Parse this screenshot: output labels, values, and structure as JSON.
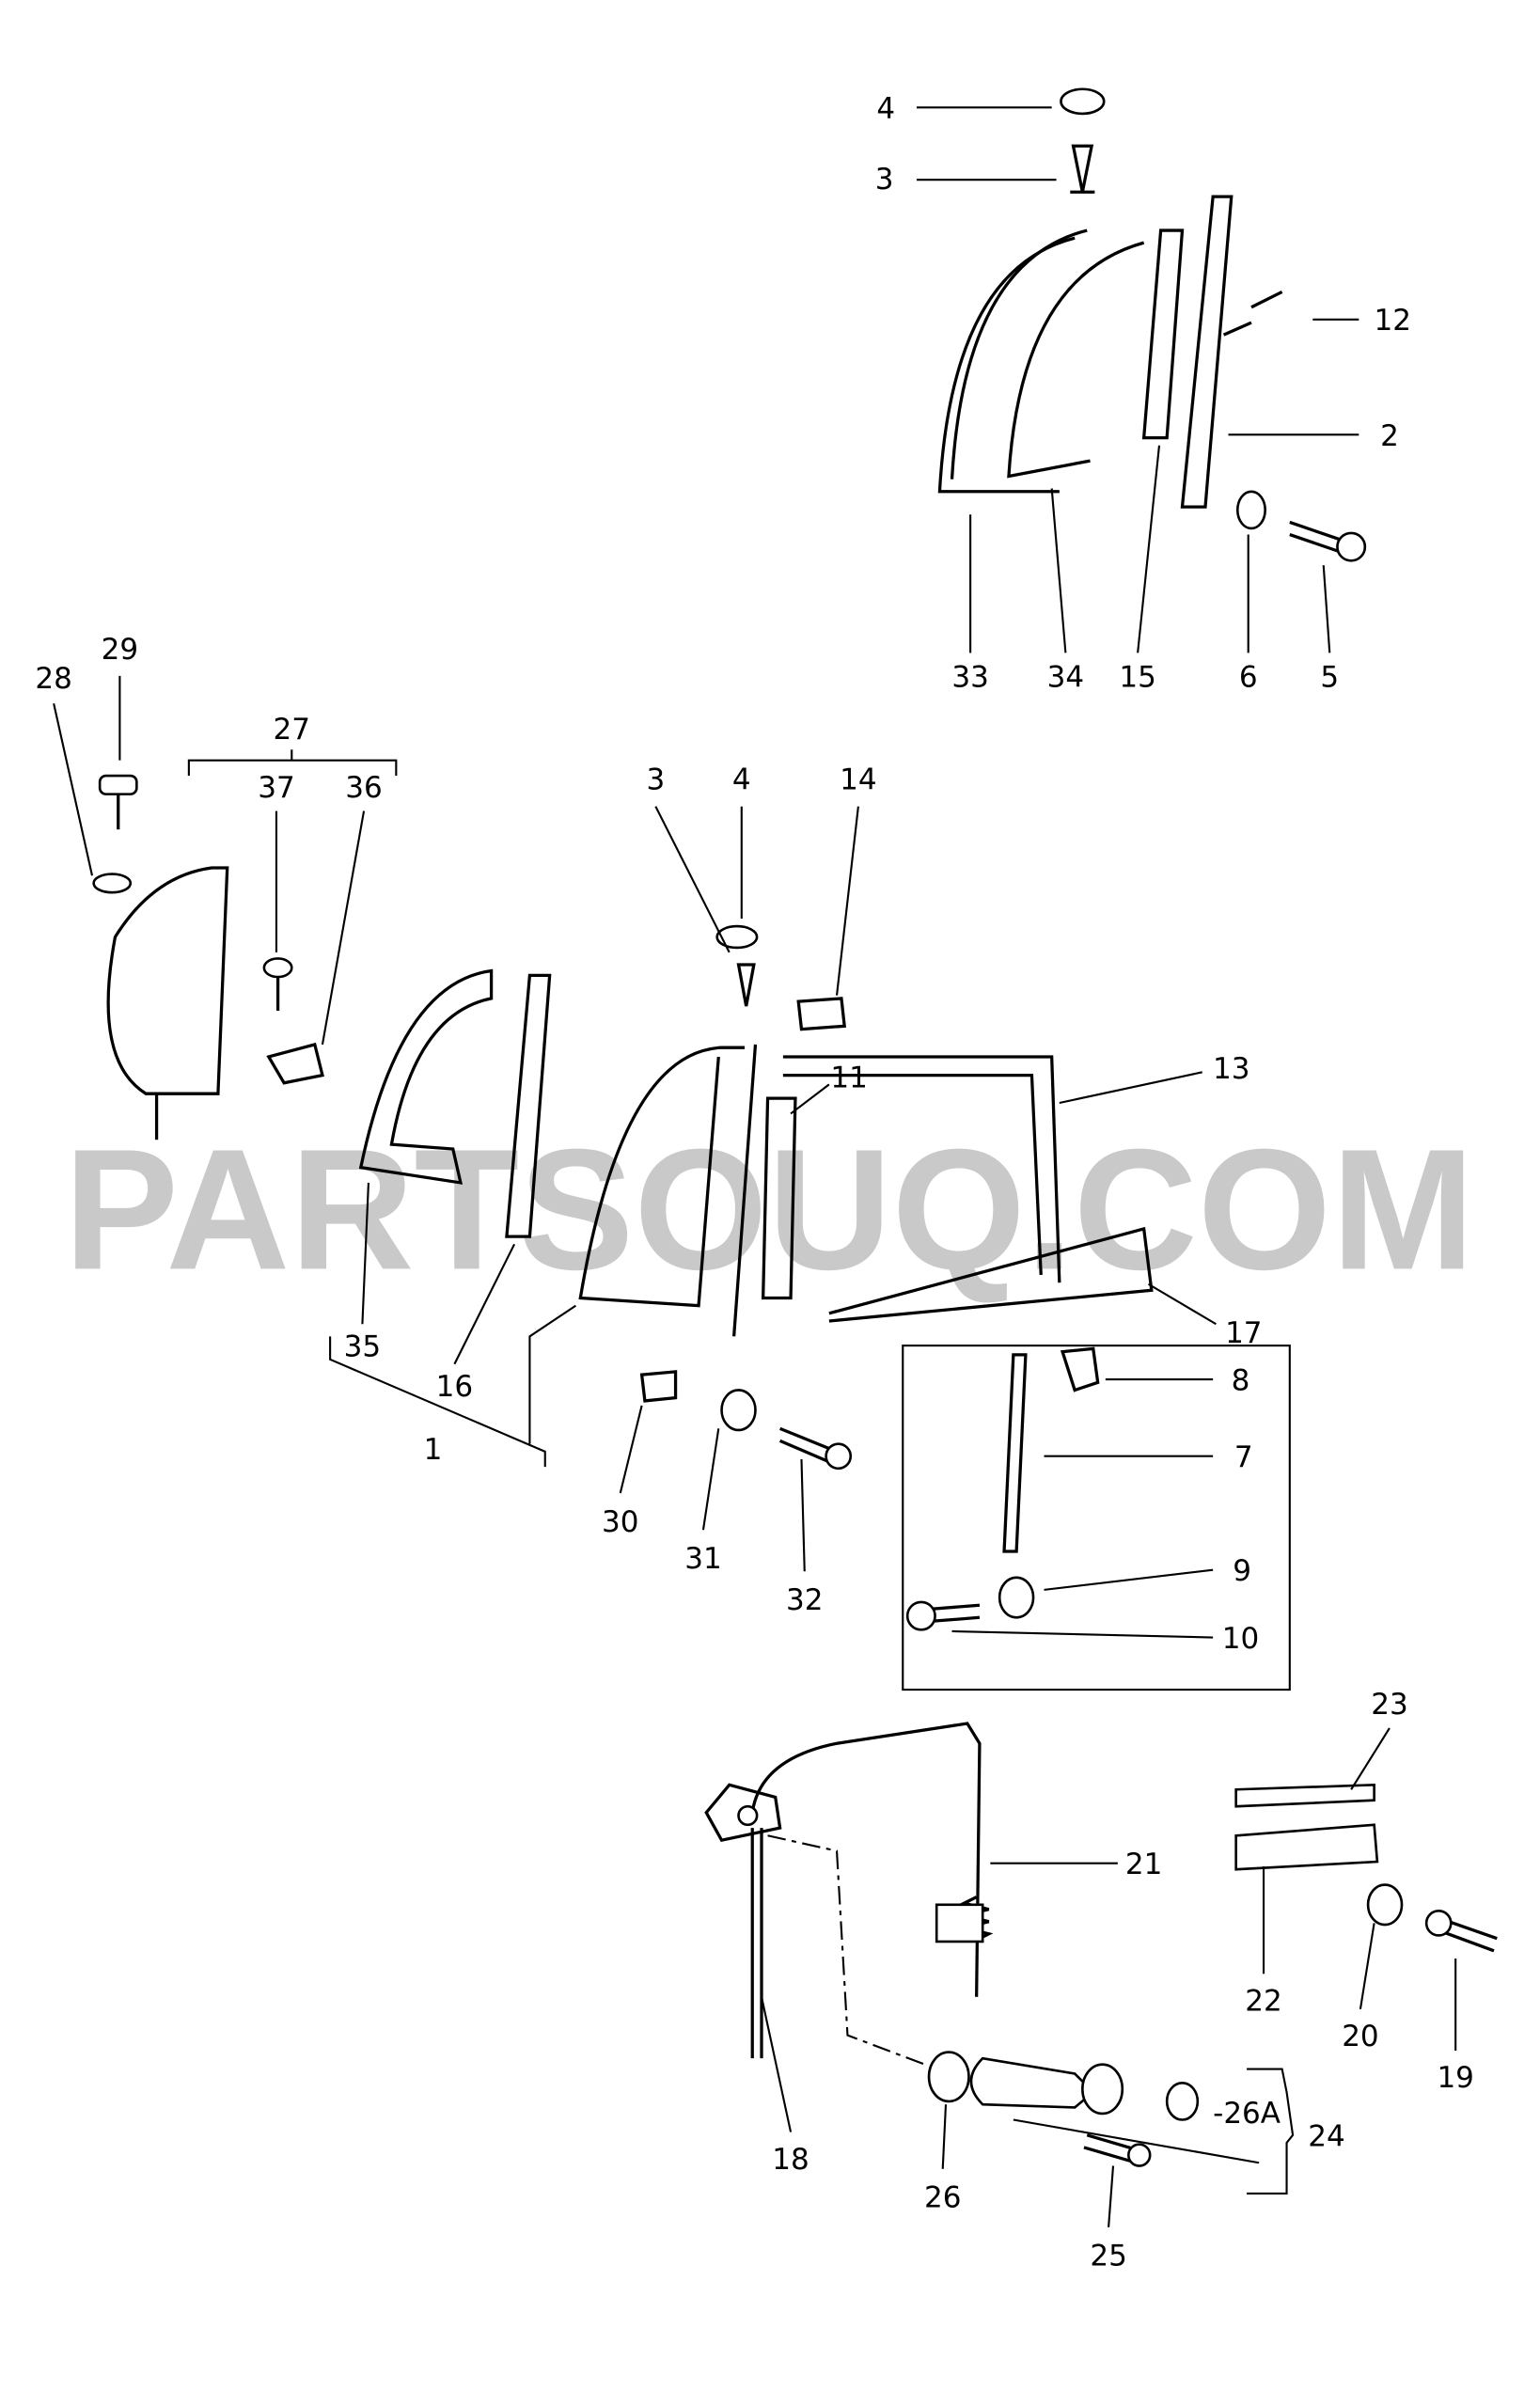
{
  "watermark": "PARTSOUQ.COM",
  "labels": {
    "l4a": "4",
    "l3a": "3",
    "l12": "12",
    "l2": "2",
    "l33": "33",
    "l34": "34",
    "l15": "15",
    "l6": "6",
    "l5": "5",
    "l28": "28",
    "l29": "29",
    "l27": "27",
    "l37": "37",
    "l36": "36",
    "l3b": "3",
    "l4b": "4",
    "l14": "14",
    "l13": "13",
    "l11": "11",
    "l17": "17",
    "l35": "35",
    "l16": "16",
    "l1": "1",
    "l8": "8",
    "l7": "7",
    "l9": "9",
    "l10": "10",
    "l30": "30",
    "l31": "31",
    "l32": "32",
    "l23": "23",
    "l21": "21",
    "l22": "22",
    "l20": "20",
    "l19": "19",
    "l18": "18",
    "l26": "26",
    "l26a": "-26A",
    "l24": "24",
    "l25": "25"
  }
}
